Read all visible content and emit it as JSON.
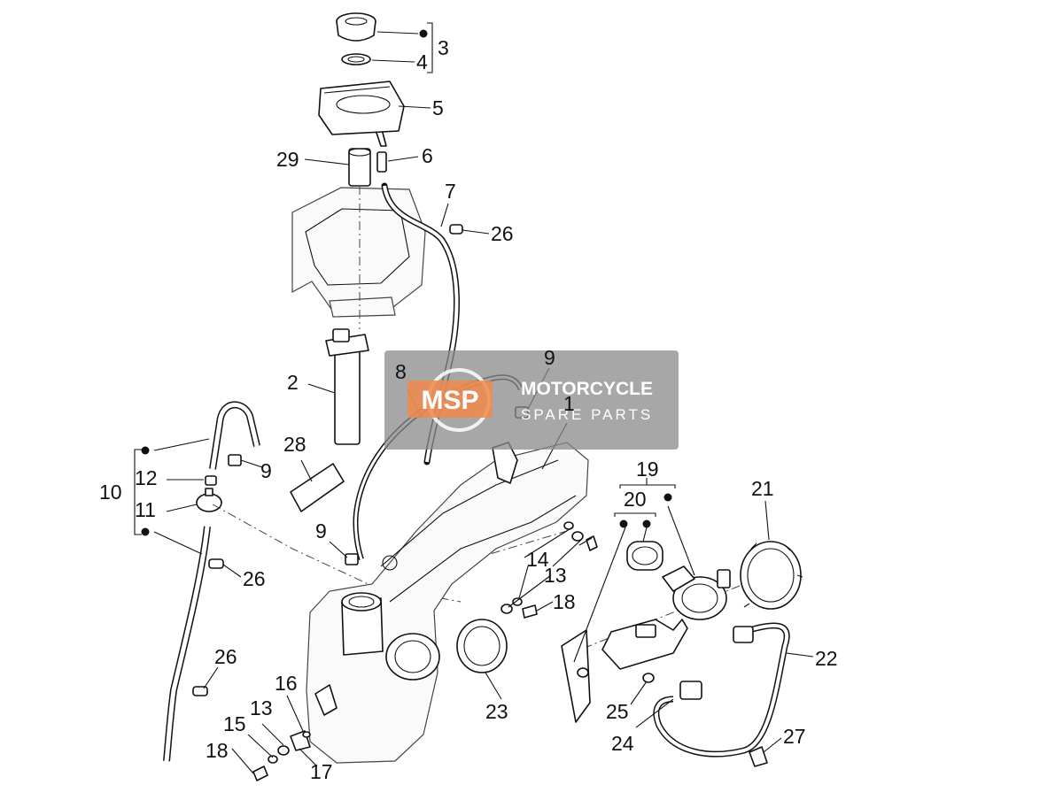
{
  "diagram": {
    "callouts": [
      {
        "id": "c1",
        "label": "1"
      },
      {
        "id": "c2",
        "label": "2"
      },
      {
        "id": "c3",
        "label": "3"
      },
      {
        "id": "c4",
        "label": "4"
      },
      {
        "id": "c5",
        "label": "5"
      },
      {
        "id": "c6",
        "label": "6"
      },
      {
        "id": "c7",
        "label": "7"
      },
      {
        "id": "c8",
        "label": "8"
      },
      {
        "id": "c9a",
        "label": "9"
      },
      {
        "id": "c9b",
        "label": "9"
      },
      {
        "id": "c9c",
        "label": "9"
      },
      {
        "id": "c10",
        "label": "10"
      },
      {
        "id": "c11",
        "label": "11"
      },
      {
        "id": "c12",
        "label": "12"
      },
      {
        "id": "c13a",
        "label": "13"
      },
      {
        "id": "c13b",
        "label": "13"
      },
      {
        "id": "c14",
        "label": "14"
      },
      {
        "id": "c15",
        "label": "15"
      },
      {
        "id": "c16",
        "label": "16"
      },
      {
        "id": "c17",
        "label": "17"
      },
      {
        "id": "c18a",
        "label": "18"
      },
      {
        "id": "c18b",
        "label": "18"
      },
      {
        "id": "c19",
        "label": "19"
      },
      {
        "id": "c20",
        "label": "20"
      },
      {
        "id": "c21",
        "label": "21"
      },
      {
        "id": "c22",
        "label": "22"
      },
      {
        "id": "c23",
        "label": "23"
      },
      {
        "id": "c24",
        "label": "24"
      },
      {
        "id": "c25",
        "label": "25"
      },
      {
        "id": "c26a",
        "label": "26"
      },
      {
        "id": "c26b",
        "label": "26"
      },
      {
        "id": "c26c",
        "label": "26"
      },
      {
        "id": "c27",
        "label": "27"
      },
      {
        "id": "c28",
        "label": "28"
      },
      {
        "id": "c29",
        "label": "29"
      }
    ]
  },
  "watermark": {
    "logo": "MSP",
    "title": "MOTORCYCLE",
    "subtitle": "SPARE PARTS"
  }
}
